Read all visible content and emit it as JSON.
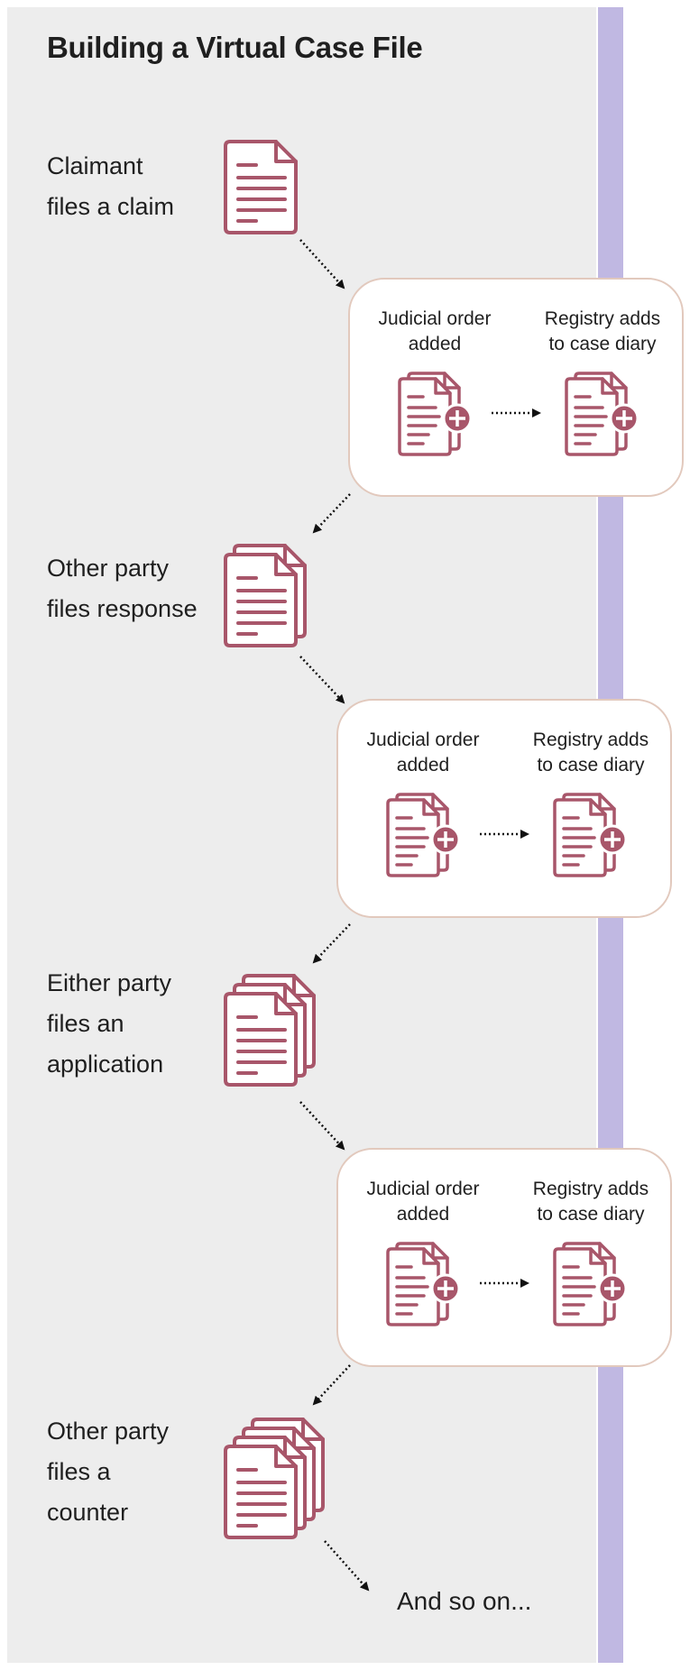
{
  "title": "Building a Virtual Case File",
  "steps": [
    {
      "label": "Claimant\nfiles a claim",
      "document_stack": 1
    },
    {
      "label": "Other party\nfiles response",
      "document_stack": 2
    },
    {
      "label": "Either party\nfiles an\napplication",
      "document_stack": 3
    },
    {
      "label": "Other party\nfiles a\ncounter",
      "document_stack": 4
    }
  ],
  "cards": [
    {
      "left_label": "Judicial order\nadded",
      "right_label": "Registry adds\nto case diary"
    },
    {
      "left_label": "Judicial order\nadded",
      "right_label": "Registry adds\nto case diary"
    },
    {
      "left_label": "Judicial order\nadded",
      "right_label": "Registry adds\nto case diary"
    }
  ],
  "ending": "And so on...",
  "colors": {
    "panel": "#ededed",
    "stripe": "#c0b8e2",
    "icon": "#a8566a",
    "card_border": "#e2c9bd"
  },
  "icons": [
    "document-icon",
    "document-stack-icon",
    "document-add-icon",
    "dotted-arrow-icon"
  ]
}
